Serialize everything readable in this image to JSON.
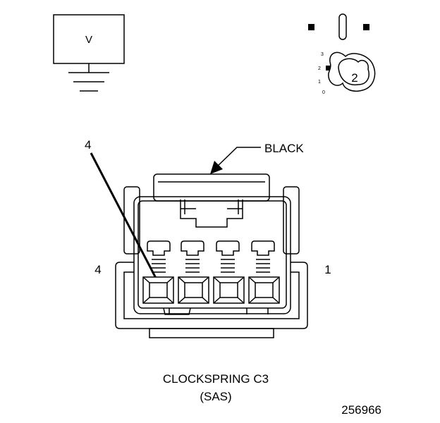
{
  "meter": {
    "label": "V"
  },
  "selector": {
    "position_marks": [
      "3",
      "2",
      "1",
      "0"
    ],
    "selected_position": "2"
  },
  "connector": {
    "color_callout": "BLACK",
    "pin_callout": "4",
    "left_end_label": "4",
    "right_end_label": "1",
    "title": "CLOCKSPRING C3",
    "subtitle": "(SAS)"
  },
  "figure_number": "256966",
  "colors": {
    "line": "#000000",
    "background": "#ffffff"
  }
}
